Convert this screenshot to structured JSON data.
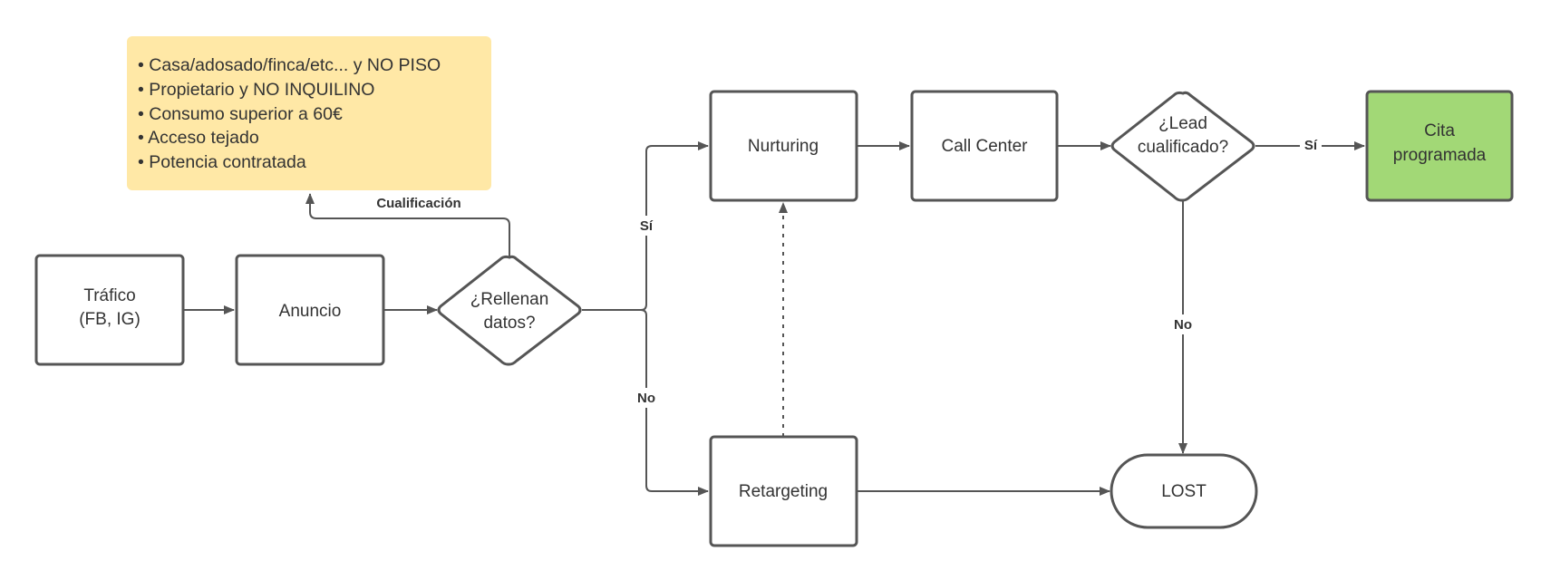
{
  "nodes": {
    "trafico": {
      "lines": [
        "Tráfico",
        "(FB, IG)"
      ]
    },
    "anuncio": {
      "lines": [
        "Anuncio"
      ]
    },
    "rellenan": {
      "lines": [
        "¿Rellenan",
        "datos?"
      ]
    },
    "nurturing": {
      "lines": [
        "Nurturing"
      ]
    },
    "call_center": {
      "lines": [
        "Call Center"
      ]
    },
    "lead": {
      "lines": [
        "¿Lead",
        "cualificado?"
      ]
    },
    "cita": {
      "lines": [
        "Cita",
        "programada"
      ]
    },
    "retargeting": {
      "lines": [
        "Retargeting"
      ]
    },
    "lost": {
      "lines": [
        "LOST"
      ]
    }
  },
  "note": {
    "items": [
      "• Casa/adosado/finca/etc... y NO PISO",
      "• Propietario y NO INQUILINO",
      "• Consumo superior a 60€",
      "• Acceso tejado",
      "• Potencia contratada"
    ]
  },
  "edge_labels": {
    "cualificacion": "Cualificación",
    "rellenan_si": "Sí",
    "rellenan_no": "No",
    "lead_si": "Sí",
    "lead_no": "No"
  },
  "colors": {
    "note_fill": "#FFE8A6",
    "cita_fill": "#A2D876",
    "stroke": "#555555",
    "text": "#333333"
  }
}
